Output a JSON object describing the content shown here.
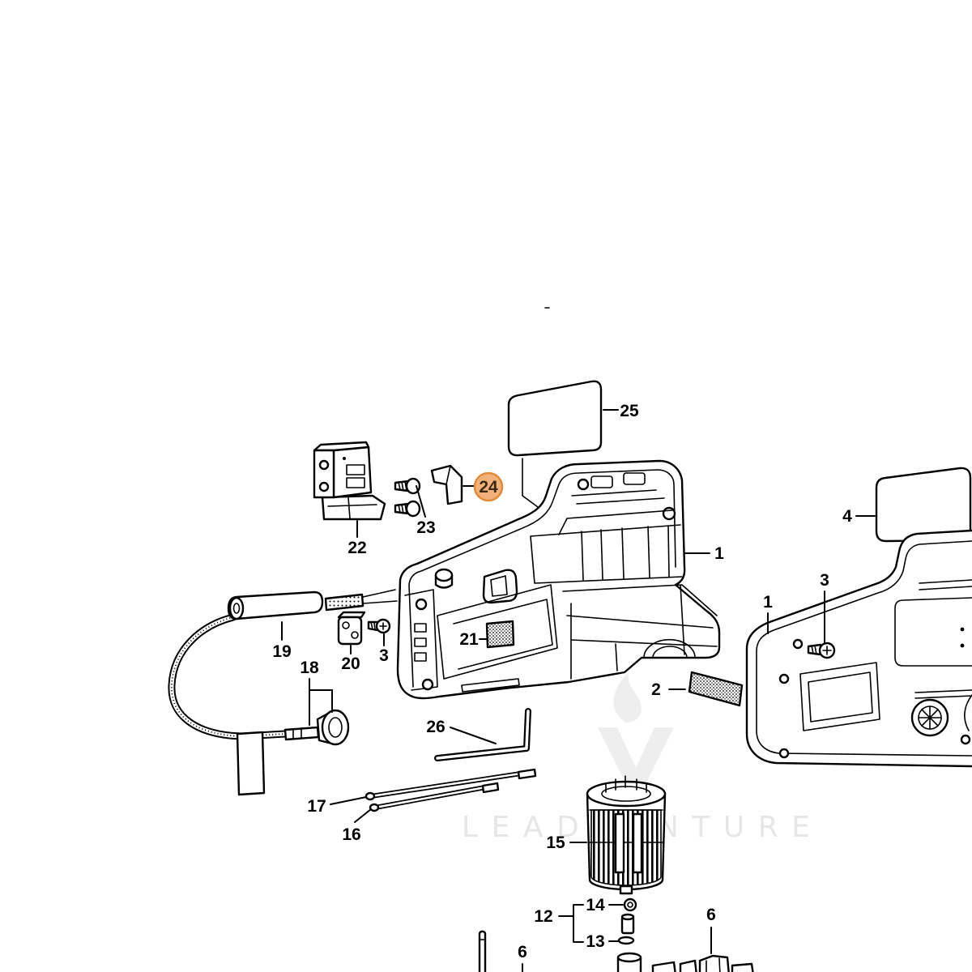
{
  "diagram": {
    "callouts": {
      "c25": "25",
      "c24": "24",
      "c22": "22",
      "c23": "23",
      "c1_left": "1",
      "c4": "4",
      "c3_right": "3",
      "c1_right": "1",
      "c19": "19",
      "c20": "20",
      "c3_left": "3",
      "c21": "21",
      "c18": "18",
      "c2": "2",
      "c26": "26",
      "c17": "17",
      "c16": "16",
      "c15": "15",
      "c12": "12",
      "c14": "14",
      "c13": "13",
      "c6_right": "6",
      "c6_left": "6"
    },
    "highlight": {
      "fill": "#F2B07A",
      "stroke": "#E08A3C"
    },
    "watermark": {
      "text": "LEADVENTURE",
      "color": "#E6E6E6",
      "logo_color": "#EEEEEE"
    },
    "colors": {
      "line": "#000000",
      "background": "#FFFFFF"
    }
  }
}
